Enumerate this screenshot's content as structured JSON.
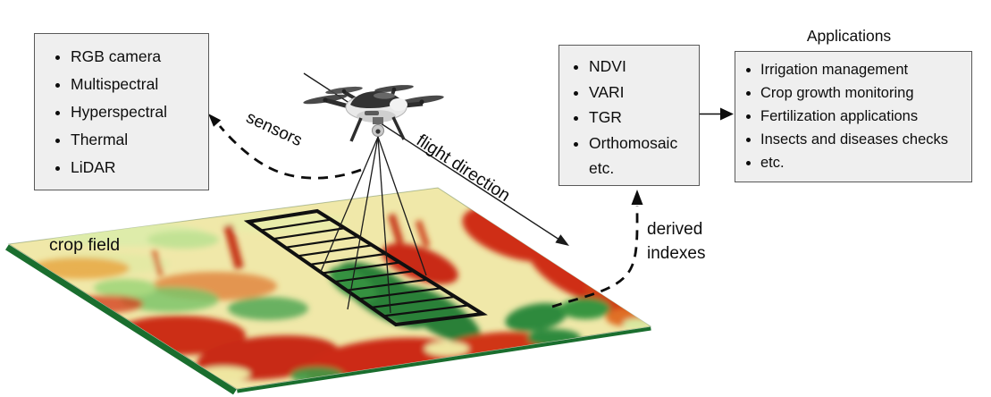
{
  "sensor_box": {
    "items": [
      "RGB camera",
      "Multispectral",
      "Hyperspectral",
      "Thermal",
      "LiDAR"
    ]
  },
  "index_box": {
    "items": [
      "NDVI",
      "VARI",
      "TGR",
      "Orthomosaic etc."
    ]
  },
  "applications": {
    "title": "Applications",
    "items": [
      "Irrigation management",
      "Crop growth monitoring",
      "Fertilization applications",
      "Insects and diseases checks",
      "etc."
    ]
  },
  "labels": {
    "sensors": "sensors",
    "flight_direction": "flight direction",
    "derived_indexes": "derived indexes",
    "crop_field": "crop field"
  },
  "colors": {
    "box_fill": "#efefef",
    "box_border": "#595959",
    "arrow": "#0d0d0d",
    "field_cream": "#f0e8a9",
    "field_red": "#cc2c12",
    "field_orange": "#df7a30",
    "field_light_green": "#a9d87f",
    "field_green": "#2c8038",
    "field_edge_green": "#1a6e2e"
  }
}
